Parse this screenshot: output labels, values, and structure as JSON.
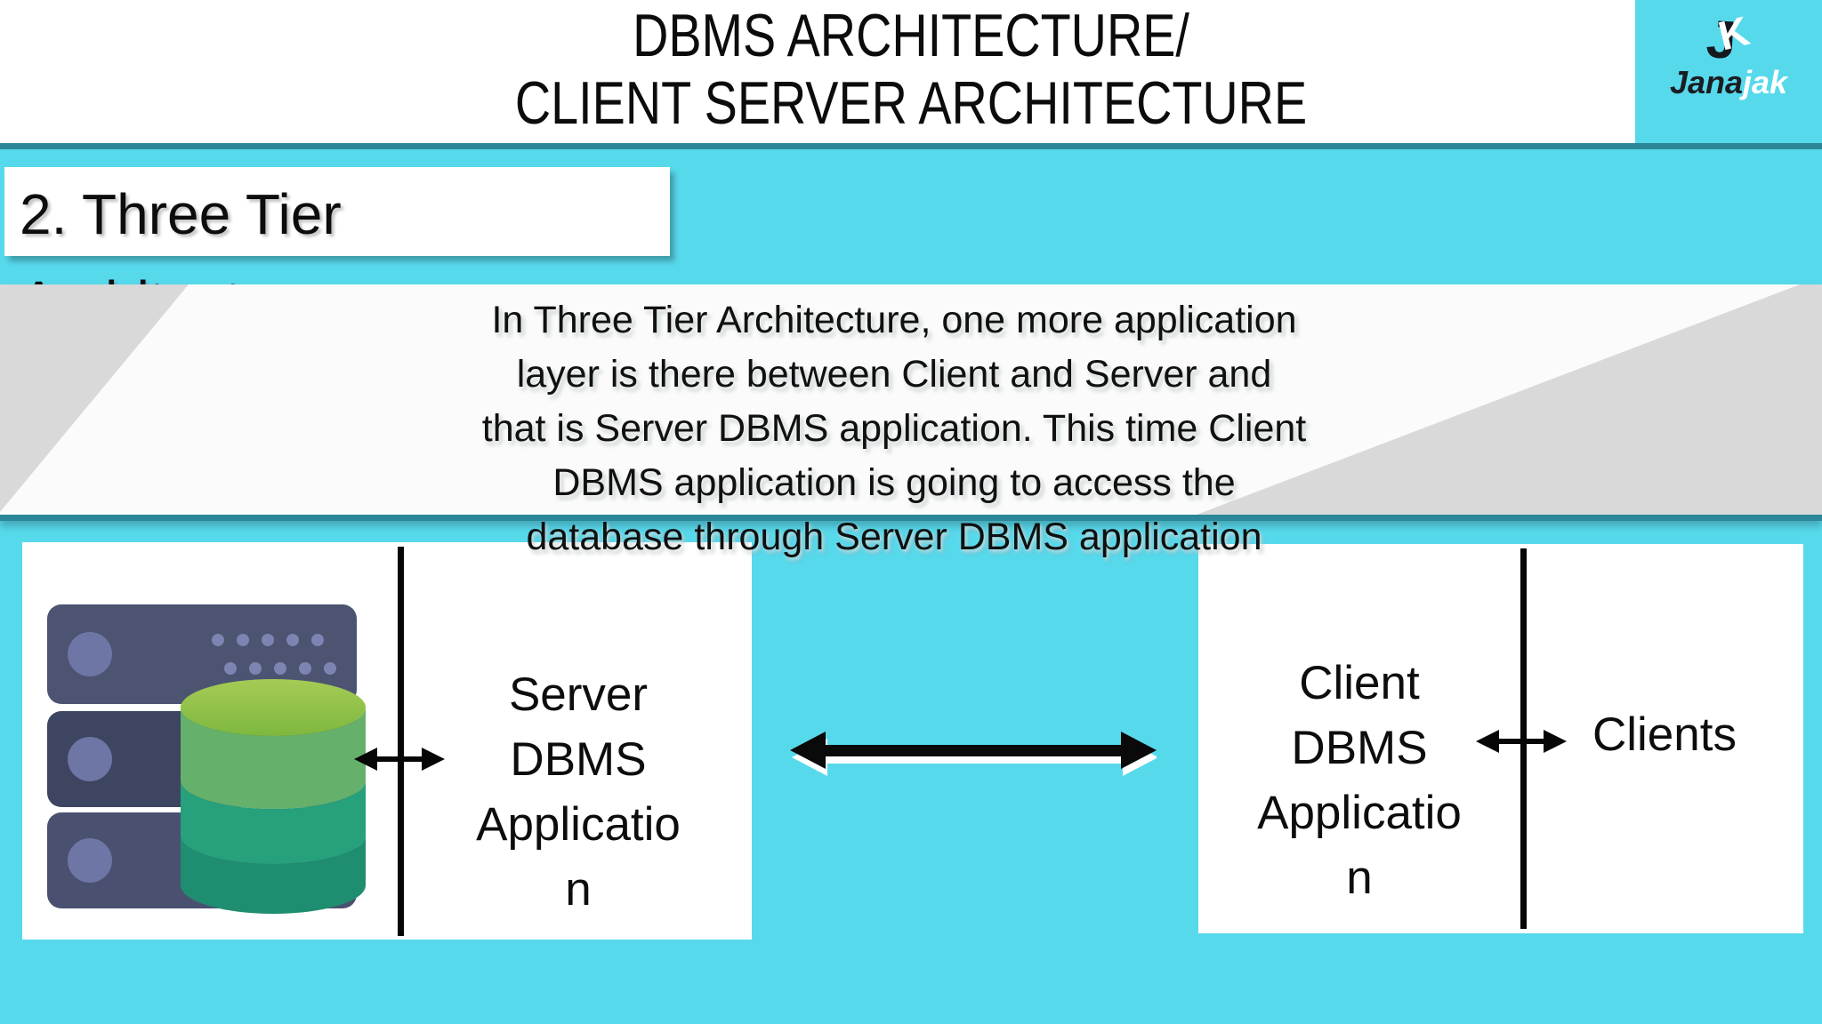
{
  "header": {
    "title_lines": [
      "DBMS ARCHITECTURE/",
      "CLIENT SERVER ARCHITECTURE"
    ]
  },
  "logo": {
    "monogram": {
      "j": "J",
      "k": "K"
    },
    "wordmark": {
      "dark": "Jana",
      "light": "jak"
    }
  },
  "heading": {
    "lines": [
      "2. Three Tier",
      "Architecture"
    ]
  },
  "banner": {
    "lines": [
      "In Three Tier Architecture, one more application",
      "layer is there between Client and Server and",
      "that is Server DBMS application. This time Client",
      "DBMS application is going to access the",
      "database through Server DBMS application"
    ]
  },
  "diagram": {
    "server_icon": "server-database-icon",
    "server_panel": {
      "lines": [
        "Server",
        "DBMS",
        "Applicatio",
        "n"
      ]
    },
    "client_panel": {
      "lines": [
        "Client",
        "DBMS",
        "Applicatio",
        "n"
      ]
    },
    "clients_label": "Clients"
  },
  "colors": {
    "background_cyan": "#57d9ec",
    "divider_teal": "#2b8697",
    "banner_white": "#fbfbfb",
    "banner_fold_gray": "#d9d9d9",
    "arrow_black": "#060606",
    "server_rack_slate": "#4c5472",
    "server_rack_dark": "#3e4560",
    "server_button_periwinkle": "#6e76a6",
    "db_top_green": "#8cbe4a",
    "db_mid_green": "#65b06a",
    "db_teal": "#27a07c",
    "db_teal_dark": "#1f8d6f"
  }
}
